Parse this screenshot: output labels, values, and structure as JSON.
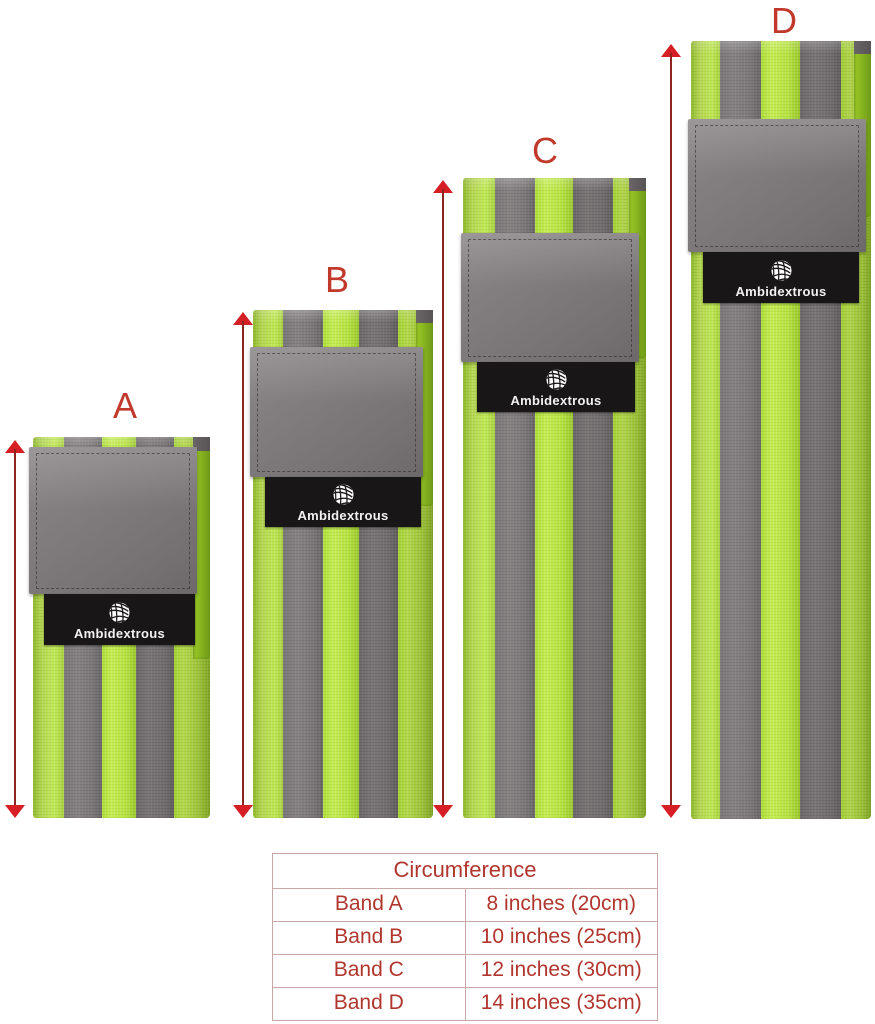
{
  "product": {
    "brand": "Ambidextrous",
    "logo_icon": "striped-sphere-logo-icon",
    "colors": {
      "green": "#b6e53a",
      "grey": "#726e6f",
      "label_black": "#191617",
      "accent_red": "#c0392b",
      "arrow_red": "#d51f24",
      "table_border": "#c9a7a4",
      "table_text": "#b1362e"
    }
  },
  "bands": [
    {
      "letter": "A",
      "brand": "Ambidextrous"
    },
    {
      "letter": "B",
      "brand": "Ambidextrous"
    },
    {
      "letter": "C",
      "brand": "Ambidextrous"
    },
    {
      "letter": "D",
      "brand": "Ambidextrous"
    }
  ],
  "spec_table": {
    "header": "Circumference",
    "rows": [
      {
        "band": "Band A",
        "size": "8 inches (20cm)"
      },
      {
        "band": "Band B",
        "size": "10 inches (25cm)"
      },
      {
        "band": "Band C",
        "size": "12 inches (30cm)"
      },
      {
        "band": "Band D",
        "size": "14 inches (35cm)"
      }
    ]
  }
}
